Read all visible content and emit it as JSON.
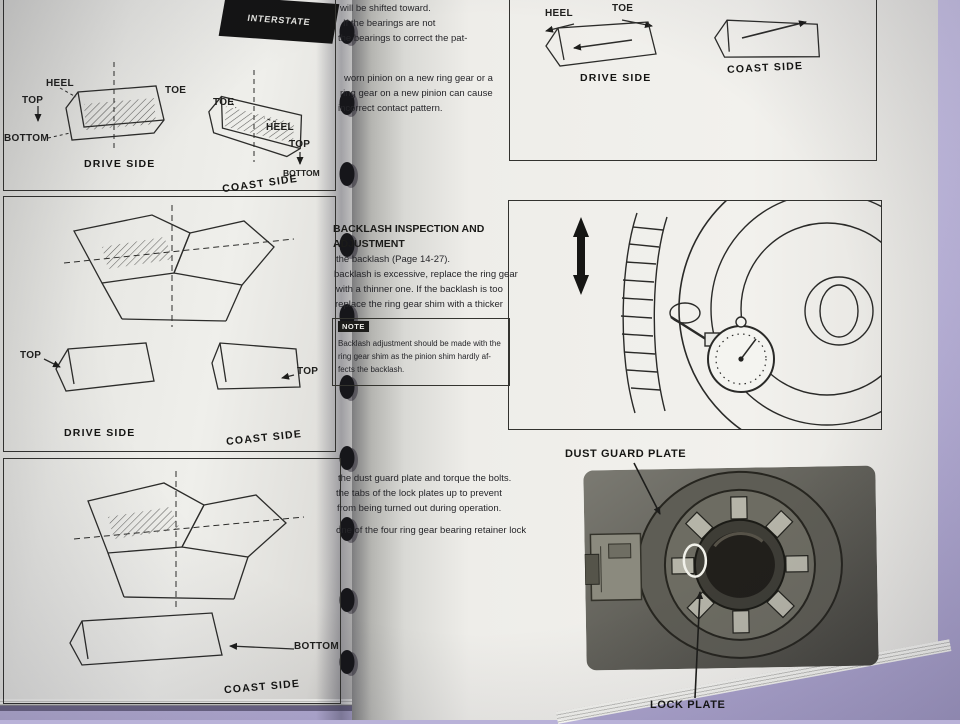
{
  "left_page": {
    "banner": "INTERSTATE",
    "fig1": {
      "labels": [
        "HEEL",
        "TOP",
        "BOTTOM",
        "TOE",
        "TOE",
        "HEEL",
        "TOP",
        "BOTTOM"
      ],
      "captions": [
        "DRIVE SIDE",
        "COAST SIDE"
      ]
    },
    "fig2": {
      "labels": [
        "TOP",
        "TOP"
      ],
      "captions": [
        "DRIVE SIDE",
        "COAST SIDE"
      ]
    },
    "fig3": {
      "labels": [
        "BOTTOM"
      ],
      "captions": [
        "COAST SIDE"
      ]
    }
  },
  "right_page": {
    "text": {
      "block1": [
        "will be shifted toward.",
        "If the bearings are not",
        "the bearings to correct the pat-"
      ],
      "block2": [
        "worn pinion on a new ring gear or a",
        "ring gear on a new pinion can cause",
        "incorrect contact pattern."
      ],
      "heading": [
        "BACKLASH INSPECTION AND",
        "ADJUSTMENT"
      ],
      "para": [
        "the backlash (Page 14-27).",
        "backlash is excessive, replace the ring gear",
        "with a thinner one. If the backlash is too",
        "replace the ring gear shim with a thicker"
      ],
      "note_label": "NOTE",
      "note": [
        "Backlash adjustment should be made with the",
        "ring gear shim as the pinion shim hardly af-",
        "fects the backlash."
      ],
      "block3": [
        "the dust guard plate and torque the bolts.",
        "the tabs of the lock plates up to prevent",
        "from being turned out during operation.",
        "one of the four ring gear bearing retainer lock"
      ]
    },
    "figA": {
      "labels": [
        "HEEL",
        "TOE"
      ],
      "captions": [
        "DRIVE SIDE",
        "COAST SIDE"
      ]
    },
    "photo": {
      "dust_guard": "DUST GUARD PLATE",
      "lock_plate": "LOCK PLATE"
    }
  }
}
